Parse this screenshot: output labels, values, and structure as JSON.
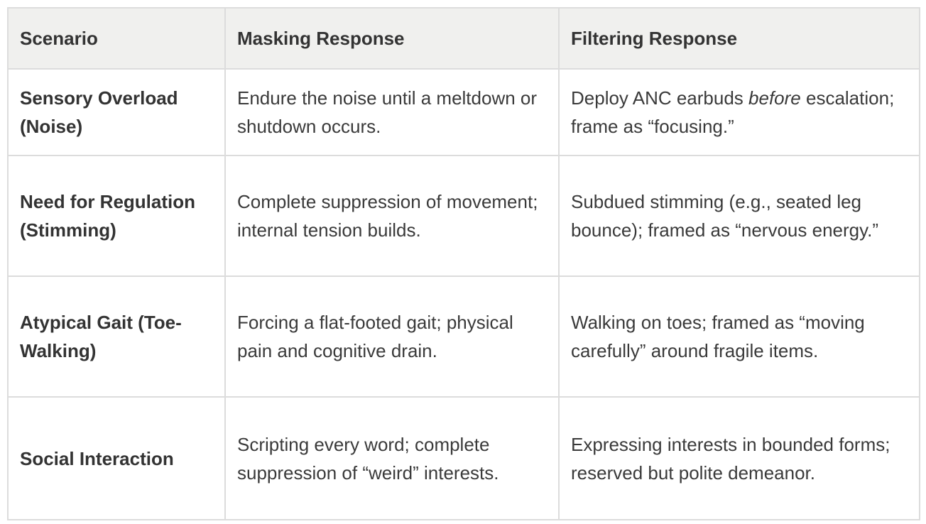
{
  "colors": {
    "header_background": "#f0f0ee",
    "border": "#dcdcdc",
    "body_text": "#3a3a3a",
    "bold_text": "#333333",
    "page_background": "#ffffff"
  },
  "table": {
    "columns": [
      "Scenario",
      "Masking Response",
      "Filtering Response"
    ],
    "rows": [
      {
        "scenario": "Sensory Overload (Noise)",
        "masking": "Endure the noise until a meltdown or shutdown occurs.",
        "filtering_pre": "Deploy ANC earbuds ",
        "filtering_italic": "before",
        "filtering_post": " escalation; frame as “focusing.”"
      },
      {
        "scenario": "Need for Regulation (Stimming)",
        "masking": "Complete suppression of movement; internal tension builds.",
        "filtering": "Subdued stimming (e.g., seated leg bounce); framed as “nervous energy.”"
      },
      {
        "scenario": "Atypical Gait (Toe-Walking)",
        "masking": "Forcing a flat-footed gait; physical pain and cognitive drain.",
        "filtering": "Walking on toes; framed as “moving carefully” around fragile items."
      },
      {
        "scenario": "Social Interaction",
        "masking": "Scripting every word; complete suppression of “weird” interests.",
        "filtering": "Expressing interests in bounded forms; reserved but polite demeanor."
      }
    ]
  }
}
